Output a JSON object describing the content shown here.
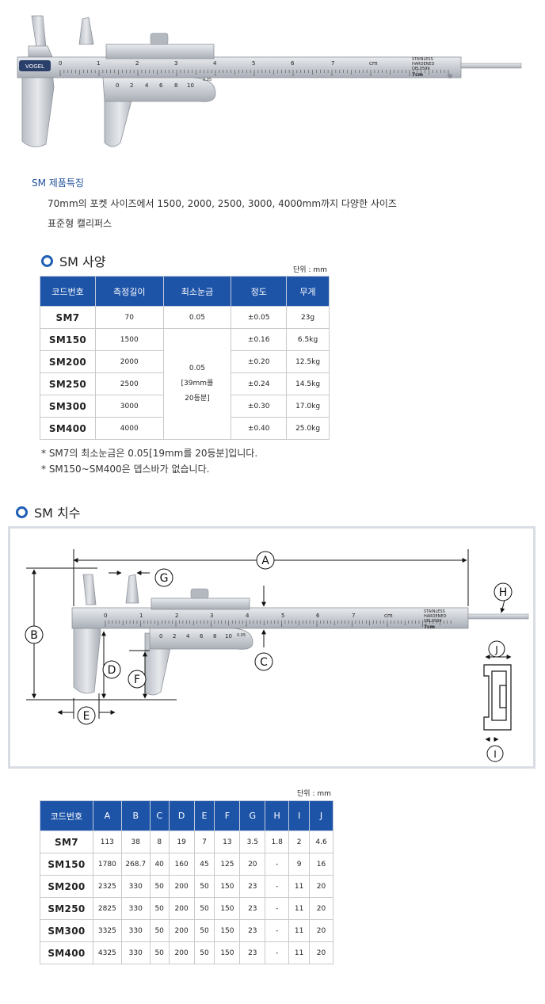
{
  "photo": {
    "brand": "VOGEL",
    "scale_numbers": [
      "0",
      "1",
      "2",
      "3",
      "4",
      "5",
      "6",
      "7"
    ],
    "scale_unit": "cm",
    "vernier_numbers": [
      "0",
      "2",
      "4",
      "6",
      "8",
      "10"
    ],
    "vernier_resolution": "0.05",
    "inscription": [
      "STAINLESS",
      "HARDENED",
      "DEL0599"
    ],
    "size_label": "7cm"
  },
  "features": {
    "title": "SM 제품특징",
    "lines": [
      "70mm의 포켓 사이즈에서 1500, 2000, 2500, 3000, 4000mm까지 다양한 사이즈",
      "표준형 캘리퍼스"
    ]
  },
  "spec": {
    "heading": "SM 사양",
    "unit": "단위 : mm",
    "headers": [
      "코드번호",
      "측정길이",
      "최소눈금",
      "정도",
      "무게"
    ],
    "rows": [
      {
        "code": "SM7",
        "length": "70",
        "resolution": "0.05",
        "accuracy": "±0.05",
        "weight": "23g"
      },
      {
        "code": "SM150",
        "length": "1500",
        "accuracy": "±0.16",
        "weight": "6.5kg"
      },
      {
        "code": "SM200",
        "length": "2000",
        "accuracy": "±0.20",
        "weight": "12.5kg"
      },
      {
        "code": "SM250",
        "length": "2500",
        "accuracy": "±0.24",
        "weight": "14.5kg"
      },
      {
        "code": "SM300",
        "length": "3000",
        "accuracy": "±0.30",
        "weight": "17.0kg"
      },
      {
        "code": "SM400",
        "length": "4000",
        "accuracy": "±0.40",
        "weight": "25.0kg"
      }
    ],
    "merged_resolution": [
      "0.05",
      "[39mm를",
      "20등분]"
    ],
    "notes": [
      "* SM7의 최소눈금은 0.05[19mm를 20등분]입니다.",
      "* SM150~SM400은 뎁스바가 없습니다."
    ]
  },
  "dimensions": {
    "heading": "SM 치수",
    "unit": "단위 : mm",
    "diagram_labels": [
      "A",
      "B",
      "C",
      "D",
      "E",
      "F",
      "G",
      "H",
      "I",
      "J"
    ],
    "headers": [
      "코드번호",
      "A",
      "B",
      "C",
      "D",
      "E",
      "F",
      "G",
      "H",
      "I",
      "J"
    ],
    "rows": [
      [
        "SM7",
        "113",
        "38",
        "8",
        "19",
        "7",
        "13",
        "3.5",
        "1.8",
        "2",
        "4.6"
      ],
      [
        "SM150",
        "1780",
        "268.7",
        "40",
        "160",
        "45",
        "125",
        "20",
        "-",
        "9",
        "16"
      ],
      [
        "SM200",
        "2325",
        "330",
        "50",
        "200",
        "50",
        "150",
        "23",
        "-",
        "11",
        "20"
      ],
      [
        "SM250",
        "2825",
        "330",
        "50",
        "200",
        "50",
        "150",
        "23",
        "-",
        "11",
        "20"
      ],
      [
        "SM300",
        "3325",
        "330",
        "50",
        "200",
        "50",
        "150",
        "23",
        "-",
        "11",
        "20"
      ],
      [
        "SM400",
        "4325",
        "330",
        "50",
        "200",
        "50",
        "150",
        "23",
        "-",
        "11",
        "20"
      ]
    ]
  },
  "colors": {
    "accent": "#1e54a8",
    "title_blue": "#1d4f99",
    "frame": "#d9dde3"
  }
}
